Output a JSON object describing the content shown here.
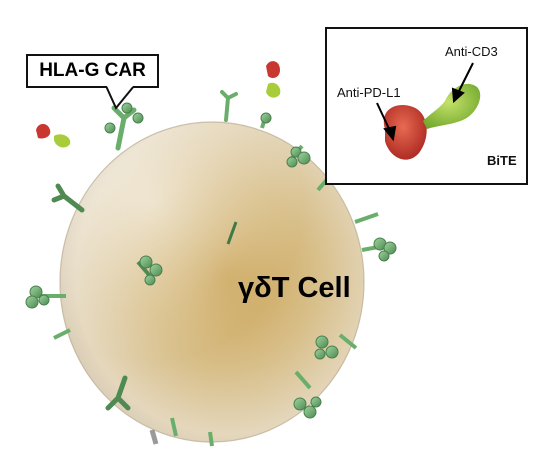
{
  "callout": {
    "text": "HLA-G CAR"
  },
  "cell": {
    "label": "γδT Cell"
  },
  "inset": {
    "anti_pdl1": "Anti-PD-L1",
    "anti_cd3": "Anti-CD3",
    "bite": "BiTE"
  },
  "colors": {
    "cell_body": "#d8c4a0",
    "receptor_green": "#8fc98e",
    "anti_pdl1_red": "#c8382e",
    "anti_cd3_green": "#8fc23a"
  }
}
